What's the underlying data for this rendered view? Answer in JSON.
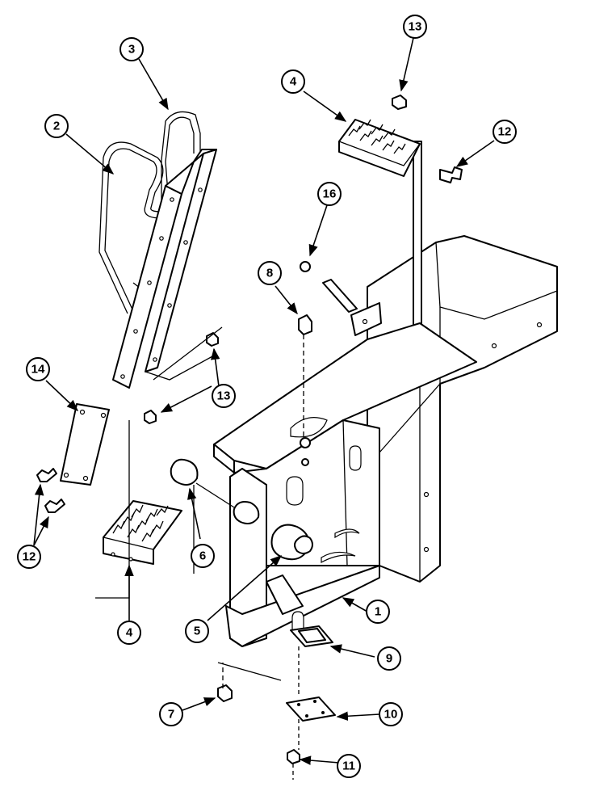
{
  "callouts": {
    "c1": "1",
    "c2": "2",
    "c3": "3",
    "c4_top": "4",
    "c4_bottom": "4",
    "c5": "5",
    "c6": "6",
    "c7": "7",
    "c8": "8",
    "c9": "9",
    "c10": "10",
    "c11": "11",
    "c12_right": "12",
    "c12_left": "12",
    "c13_top": "13",
    "c13_mid": "13",
    "c14": "14",
    "c16": "16"
  }
}
